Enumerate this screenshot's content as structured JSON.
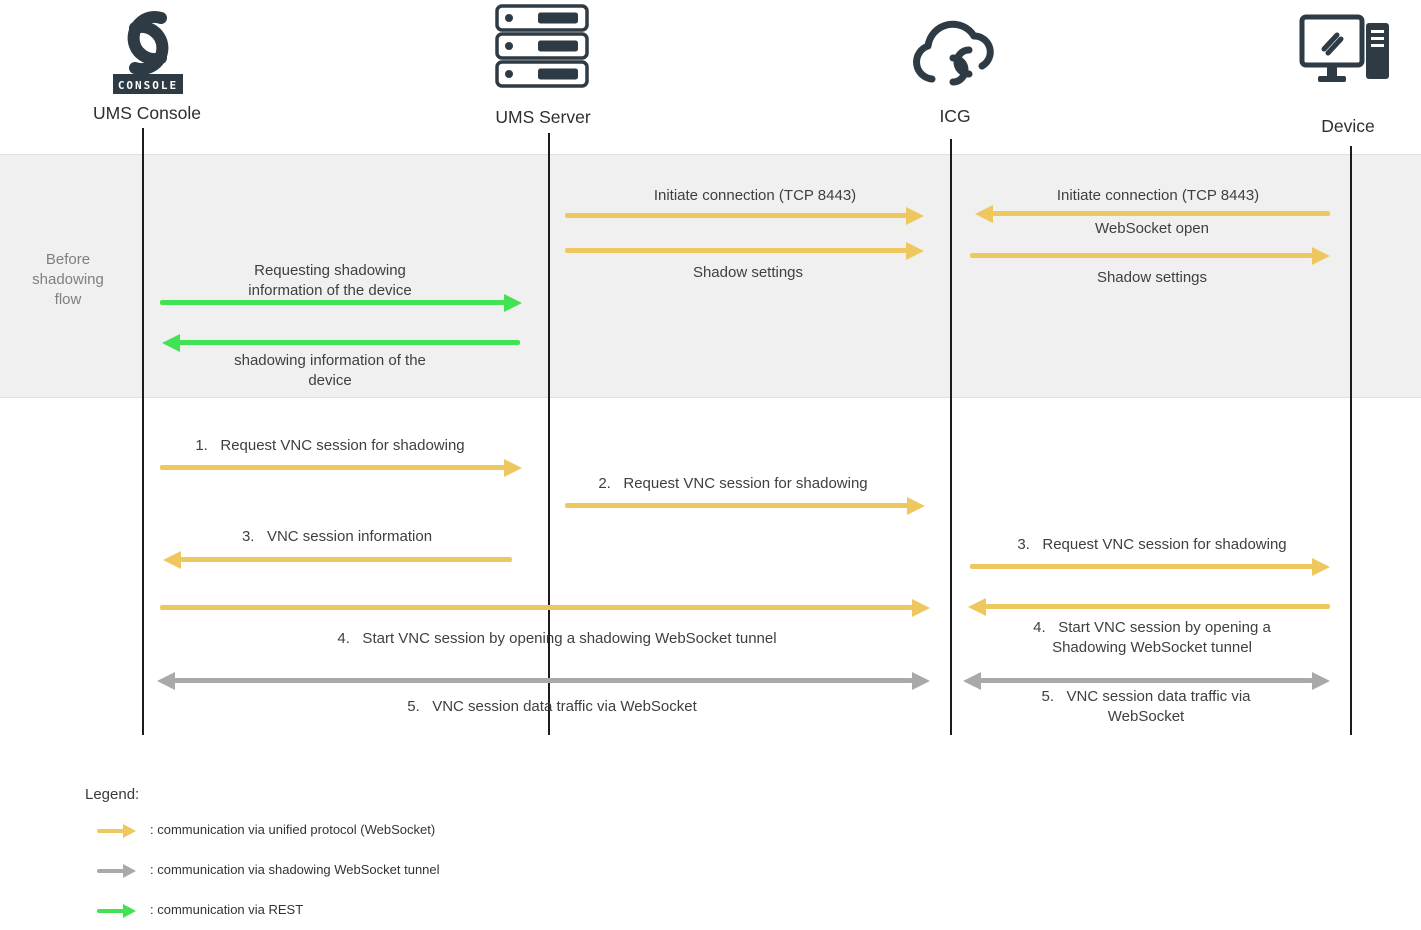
{
  "colors": {
    "yellow": "#EFC75F",
    "green": "#41E253",
    "gray": "#A9A9A9",
    "dark": "#2E3B44",
    "band": "#F0F0F0"
  },
  "actors": {
    "console": {
      "label": "UMS Console",
      "badge": "CONSOLE"
    },
    "server": {
      "label": "UMS Server"
    },
    "icg": {
      "label": "ICG"
    },
    "device": {
      "label": "Device"
    }
  },
  "band": {
    "label_line1": "Before",
    "label_line2": "shadowing",
    "label_line3": "flow"
  },
  "messages": {
    "initiate_server_icg": "Initiate connection (TCP 8443)",
    "shadow_settings_server_icg": "Shadow settings",
    "initiate_device_icg": "Initiate connection (TCP 8443)",
    "websocket_open": "WebSocket open",
    "shadow_settings_icg_device": "Shadow settings",
    "requesting_info_1": "Requesting shadowing",
    "requesting_info_2": "information of the device",
    "info_of_device_1": "shadowing information of the",
    "info_of_device_2": "device",
    "step1": "1.   Request VNC session for shadowing",
    "step2": "2.   Request VNC session for shadowing",
    "step3_left": "3.   VNC session information",
    "step3_right": "3.   Request VNC session for shadowing",
    "step4_long": "4.   Start VNC session by opening a shadowing WebSocket tunnel",
    "step4_right_1": "4.   Start VNC session by opening a",
    "step4_right_2": "Shadowing WebSocket tunnel",
    "step5_long": "5.   VNC session data traffic via WebSocket",
    "step5_right_1": "5.   VNC session data traffic via",
    "step5_right_2": "WebSocket"
  },
  "legend": {
    "title": "Legend:",
    "items": [
      {
        "color": "yellow",
        "label": ": communication via unified protocol (WebSocket)"
      },
      {
        "color": "gray",
        "label": ": communication via shadowing WebSocket tunnel"
      },
      {
        "color": "green",
        "label": ": communication via REST"
      }
    ]
  }
}
